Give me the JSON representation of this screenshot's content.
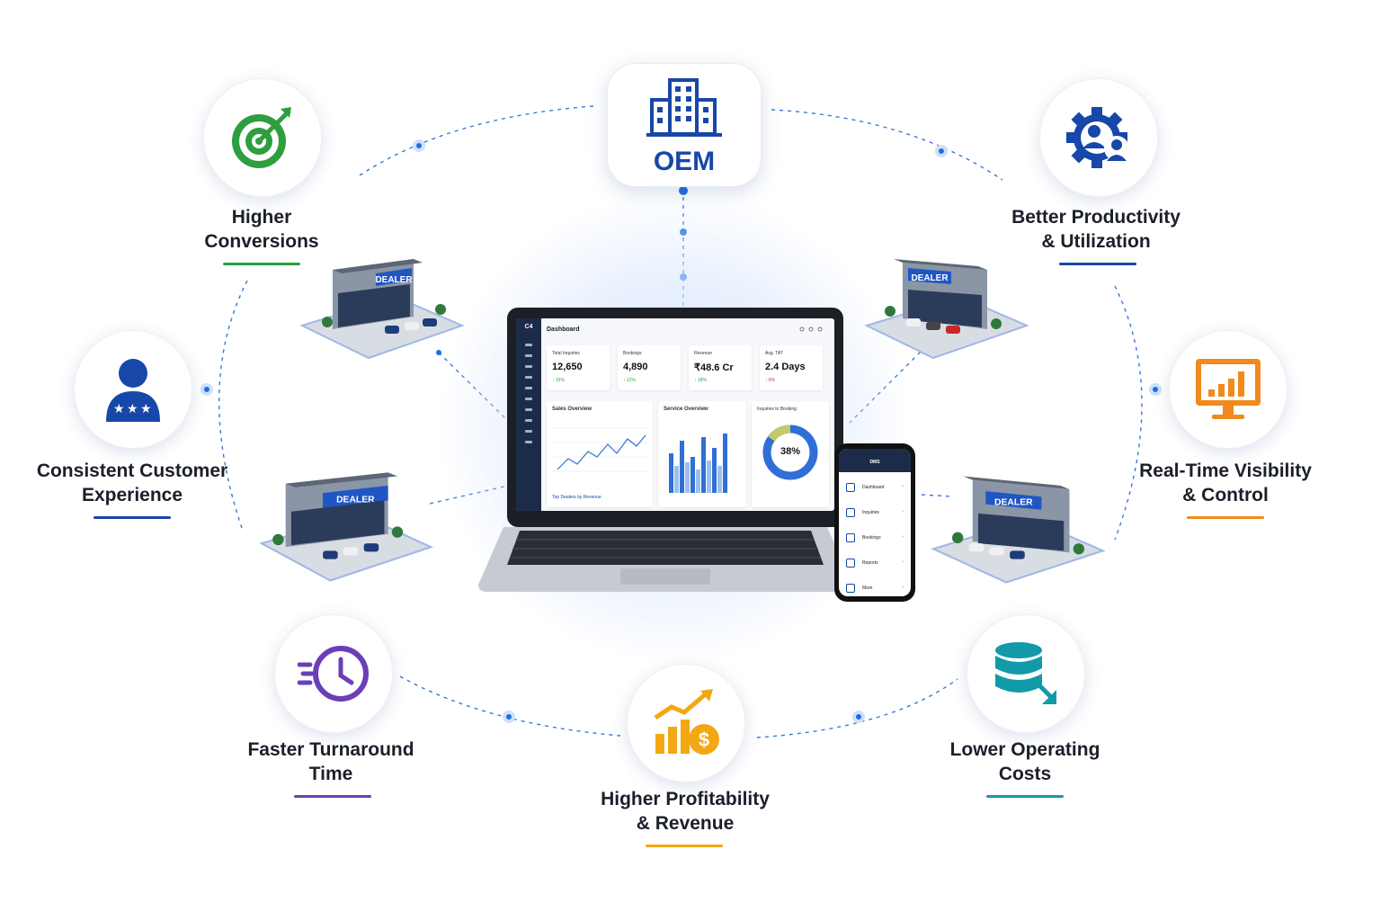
{
  "center": {
    "oem_label": "OEM"
  },
  "dealers": [
    "DEALER",
    "DEALER",
    "DEALER",
    "DEALER"
  ],
  "benefits": {
    "higher_conversions": [
      "Higher",
      "Conversions"
    ],
    "better_productivity": [
      "Better Productivity",
      "& Utilization"
    ],
    "consistent_experience": [
      "Consistent Customer",
      "Experience"
    ],
    "realtime_visibility": [
      "Real-Time Visibility",
      "& Control"
    ],
    "faster_turnaround": [
      "Faster Turnaround",
      "Time"
    ],
    "higher_profitability": [
      "Higher Profitability",
      "& Revenue"
    ],
    "lower_costs": [
      "Lower Operating",
      "Costs"
    ]
  },
  "dashboard": {
    "title": "Dashboard",
    "logo": "C4",
    "kpis": [
      {
        "label": "Total Inquiries",
        "value": "12,650",
        "change": "↑ 15%",
        "dir": "up"
      },
      {
        "label": "Bookings",
        "value": "4,890",
        "change": "↑ 12%",
        "dir": "up"
      },
      {
        "label": "Revenue",
        "value": "₹48.6 Cr",
        "change": "↑ 18%",
        "dir": "up"
      },
      {
        "label": "Avg. TAT",
        "value": "2.4 Days",
        "change": "↓ 8%",
        "dir": "down"
      }
    ],
    "panels": {
      "sales": "Sales Overview",
      "service": "Service Overview",
      "conversion": "Inquiries to Booking",
      "conversion_value": "38%",
      "top_dealers": "Top Dealers by Revenue"
    }
  },
  "phone": {
    "title": "DMS",
    "items": [
      "Dashboard",
      "Inquiries",
      "Bookings",
      "Reports",
      "More"
    ]
  },
  "colors": {
    "primary_blue": "#1747a8",
    "green": "#2e9e3e",
    "orange": "#f08a1c",
    "purple": "#6b3fb8",
    "gold": "#f3a712",
    "teal": "#139aa8"
  }
}
